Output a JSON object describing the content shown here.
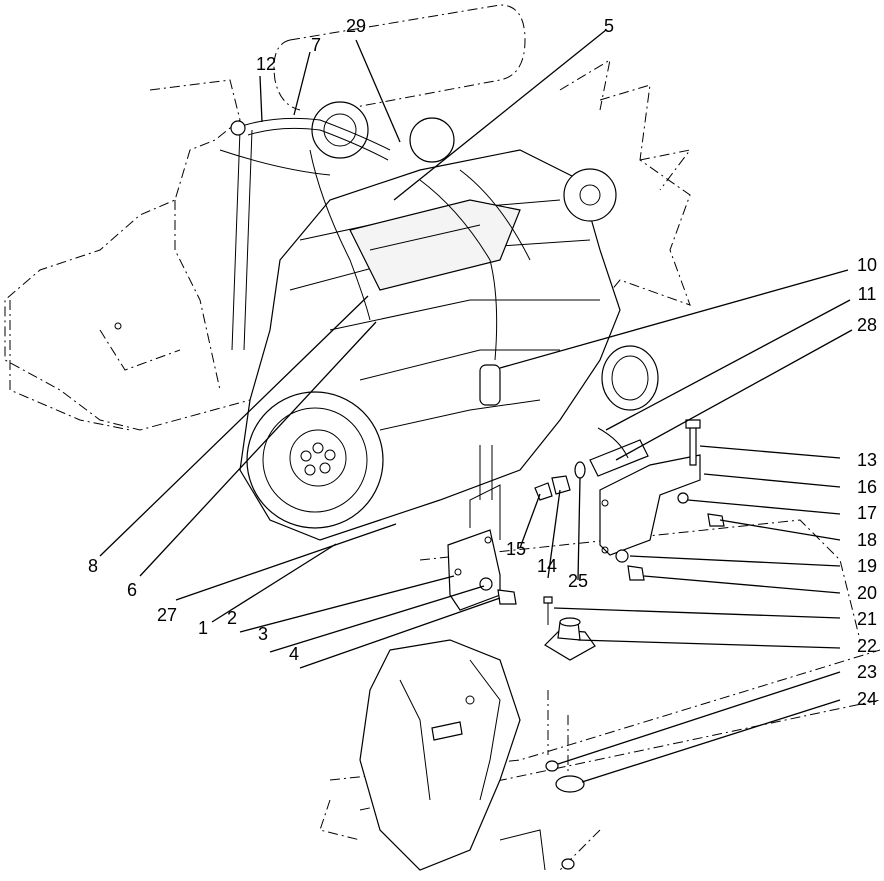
{
  "callouts": [
    {
      "id": "1",
      "label": "1"
    },
    {
      "id": "2",
      "label": "2"
    },
    {
      "id": "3",
      "label": "3"
    },
    {
      "id": "4",
      "label": "4"
    },
    {
      "id": "5",
      "label": "5"
    },
    {
      "id": "6",
      "label": "6"
    },
    {
      "id": "7",
      "label": "7"
    },
    {
      "id": "8",
      "label": "8"
    },
    {
      "id": "10",
      "label": "10"
    },
    {
      "id": "11",
      "label": "11"
    },
    {
      "id": "12",
      "label": "12"
    },
    {
      "id": "13",
      "label": "13"
    },
    {
      "id": "14",
      "label": "14"
    },
    {
      "id": "15",
      "label": "15"
    },
    {
      "id": "16",
      "label": "16"
    },
    {
      "id": "17",
      "label": "17"
    },
    {
      "id": "18",
      "label": "18"
    },
    {
      "id": "19",
      "label": "19"
    },
    {
      "id": "20",
      "label": "20"
    },
    {
      "id": "21",
      "label": "21"
    },
    {
      "id": "22",
      "label": "22"
    },
    {
      "id": "23",
      "label": "23"
    },
    {
      "id": "24",
      "label": "24"
    },
    {
      "id": "25",
      "label": "25"
    },
    {
      "id": "27",
      "label": "27"
    },
    {
      "id": "28",
      "label": "28"
    },
    {
      "id": "29",
      "label": "29"
    }
  ]
}
